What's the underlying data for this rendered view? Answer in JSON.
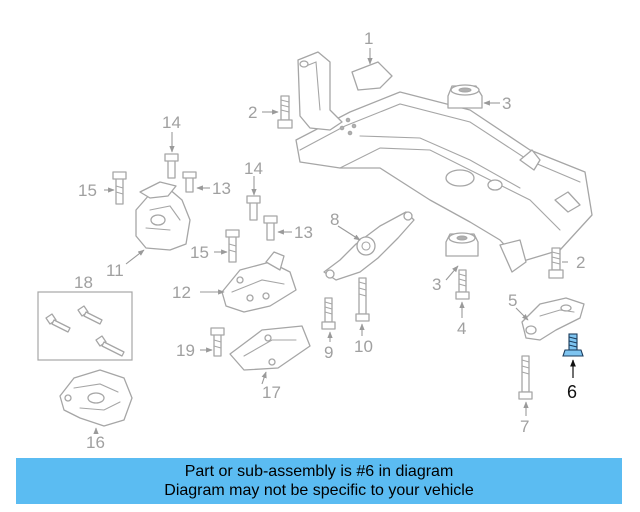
{
  "diagram": {
    "highlighted_part": "6",
    "callouts": [
      "1",
      "2",
      "2",
      "3",
      "3",
      "4",
      "5",
      "6",
      "7",
      "8",
      "9",
      "10",
      "11",
      "12",
      "13",
      "13",
      "14",
      "14",
      "15",
      "15",
      "16",
      "17",
      "18",
      "19"
    ]
  },
  "banner": {
    "line1": "Part or sub-assembly is #6 in diagram",
    "line2": "Diagram may not be specific to your vehicle"
  },
  "colors": {
    "banner": "#5bbcf2",
    "highlight_fill": "#7ec4f0",
    "line_art": "#a6a6a6"
  }
}
